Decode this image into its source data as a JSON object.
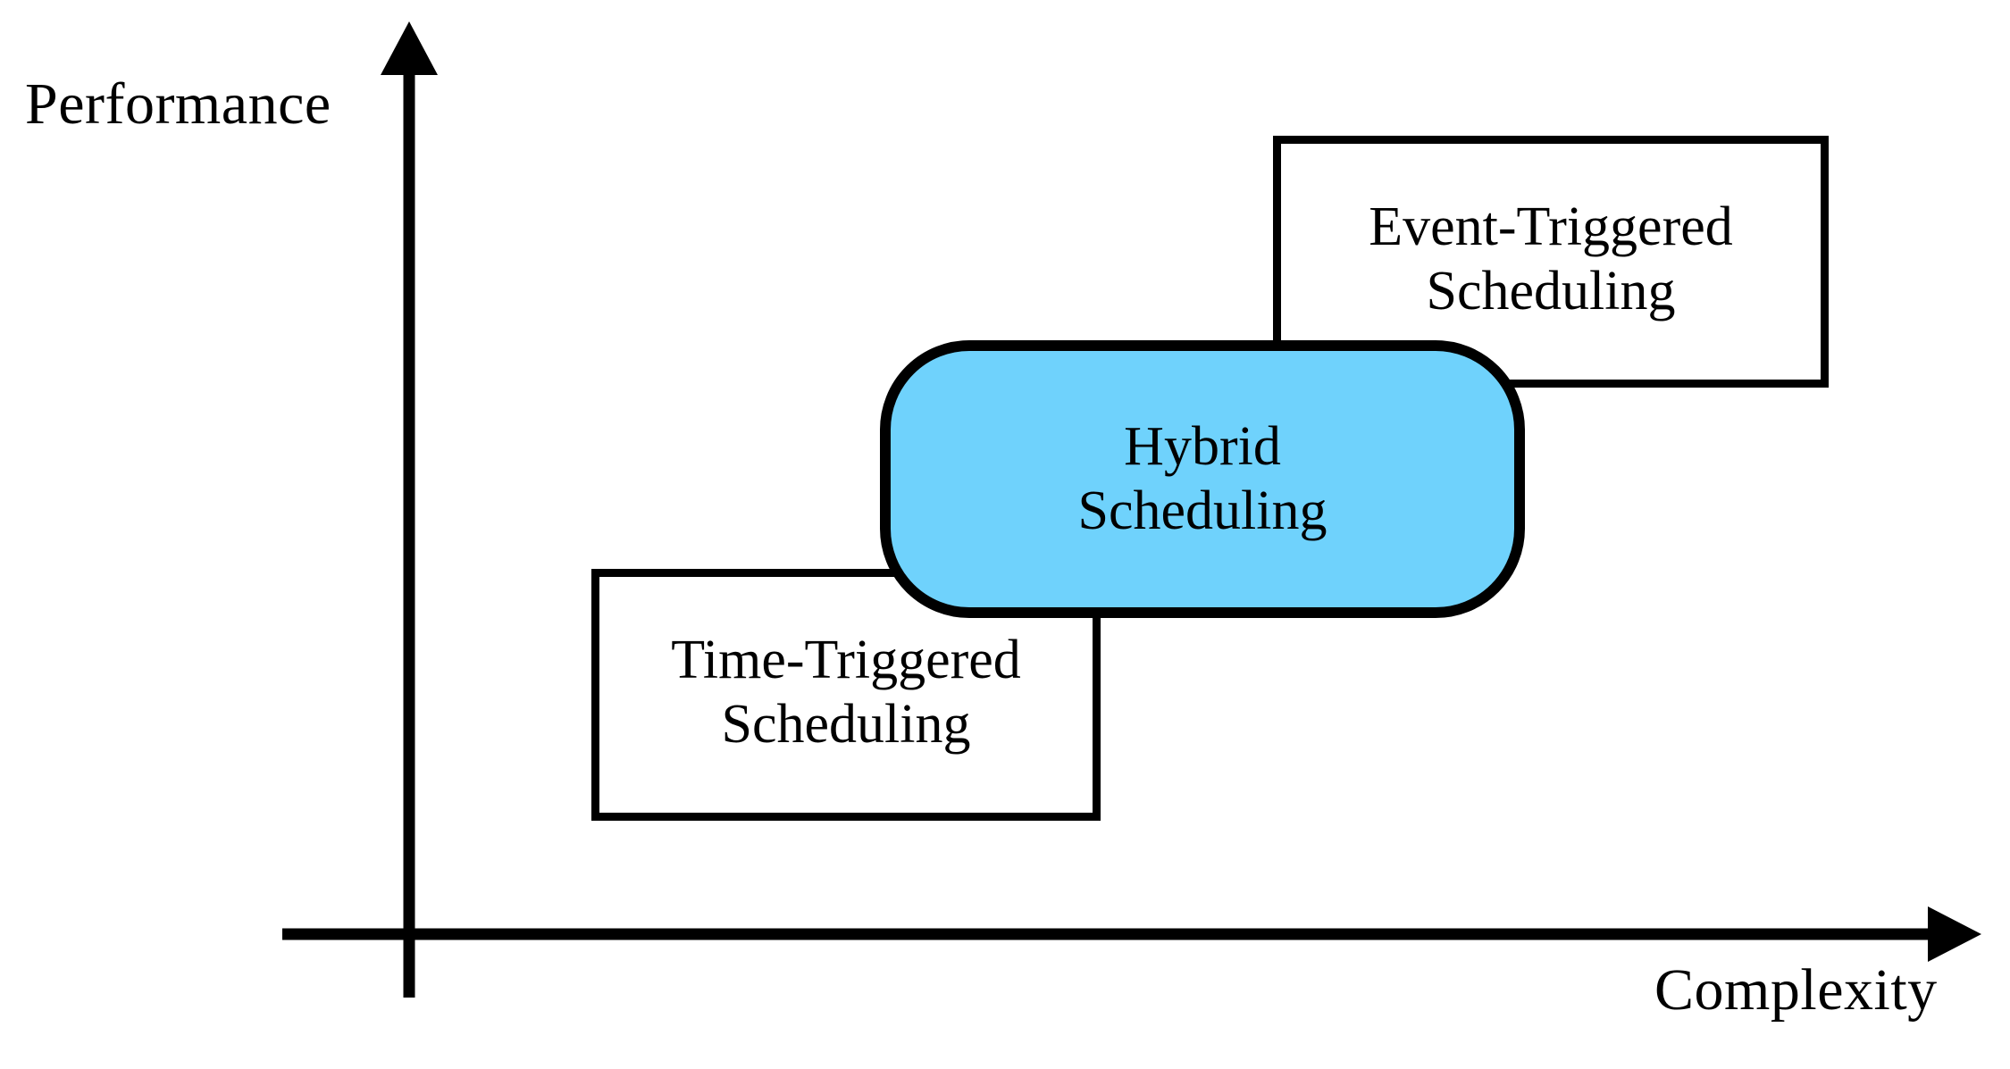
{
  "figure": {
    "background_color": "#ffffff",
    "stroke_color": "#000000",
    "accent_color": "#6fd2fc"
  },
  "axes": {
    "y": {
      "label": "Performance",
      "arrow": "up-arrow-icon"
    },
    "x": {
      "label": "Complexity",
      "arrow": "right-arrow-icon"
    }
  },
  "chart_data": {
    "type": "scatter",
    "title": "",
    "xlabel": "Complexity",
    "ylabel": "Performance",
    "grid": false,
    "legend": null,
    "annotations": [
      {
        "id": "time-triggered",
        "label": "Time-Triggered Scheduling",
        "lines": [
          "Time-Triggered",
          "Scheduling"
        ],
        "complexity": "low",
        "performance": "low",
        "shape": "rectangle",
        "fill": "#ffffff",
        "stroke": "#000000"
      },
      {
        "id": "hybrid",
        "label": "Hybrid Scheduling",
        "lines": [
          "Hybrid",
          "Scheduling"
        ],
        "complexity": "medium",
        "performance": "medium",
        "shape": "rounded-rectangle",
        "fill": "#6fd2fc",
        "stroke": "#000000"
      },
      {
        "id": "event-triggered",
        "label": "Event-Triggered Scheduling",
        "lines": [
          "Event-Triggered",
          "Scheduling"
        ],
        "complexity": "high",
        "performance": "high",
        "shape": "rectangle",
        "fill": "#ffffff",
        "stroke": "#000000"
      }
    ]
  }
}
